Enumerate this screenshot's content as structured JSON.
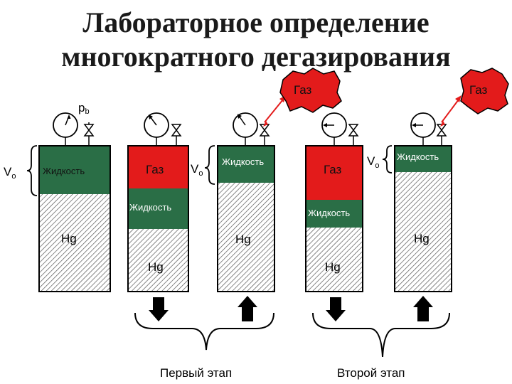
{
  "title": {
    "line1": "Лабораторное определение",
    "line2": "многократного дегазирования"
  },
  "labels": {
    "pressure": "p",
    "pressure_sub": "b",
    "volume": "V",
    "volume_sub": "o",
    "gas": "Газ",
    "liquid": "Жидкость",
    "mercury": "Hg"
  },
  "stages": {
    "first": "Первый этап",
    "second": "Второй этап"
  },
  "colors": {
    "gas": "#e31b1b",
    "liquid": "#2a6e46",
    "mercury_hatch": "#555555",
    "outline": "#000000"
  }
}
